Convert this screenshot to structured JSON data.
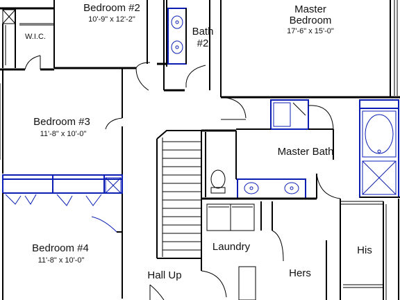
{
  "rooms": {
    "wic": {
      "name": "W.I.C."
    },
    "bedroom2": {
      "name": "Bedroom #2",
      "size": "10'-9\" x 12'-2\""
    },
    "bath2": {
      "line1": "Bath",
      "line2": "#2"
    },
    "master_bedroom": {
      "line1": "Master",
      "line2": "Bedroom",
      "size": "17'-6\" x 15'-0\""
    },
    "bedroom3": {
      "name": "Bedroom #3",
      "size": "11'-8\" x 10'-0\""
    },
    "master_bath": {
      "name": "Master Bath"
    },
    "bedroom4": {
      "name": "Bedroom #4",
      "size": "11'-8\" x 10'-0\""
    },
    "laundry": {
      "name": "Laundry"
    },
    "his": {
      "name": "His"
    },
    "hers": {
      "name": "Hers"
    },
    "hall": {
      "name": "Hall Up"
    }
  },
  "colors": {
    "wall": "#000000",
    "fixture": "#0a1eb4",
    "background": "#ffffff"
  }
}
